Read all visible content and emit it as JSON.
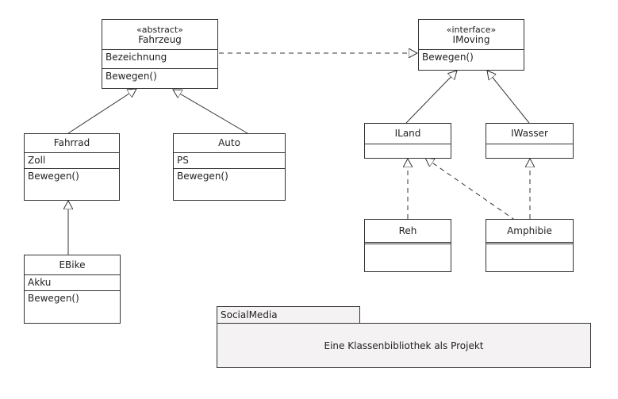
{
  "classes": {
    "fahrzeug": {
      "stereotype": "«abstract»",
      "name": "Fahrzeug",
      "attribute": "Bezeichnung",
      "operation": "Bewegen()"
    },
    "imoving": {
      "stereotype": "«interface»",
      "name": "IMoving",
      "operation": "Bewegen()"
    },
    "fahrrad": {
      "name": "Fahrrad",
      "attribute": "Zoll",
      "operation": "Bewegen()"
    },
    "auto": {
      "name": "Auto",
      "attribute": "PS",
      "operation": "Bewegen()"
    },
    "iland": {
      "name": "ILand"
    },
    "iwasser": {
      "name": "IWasser"
    },
    "ebike": {
      "name": "EBike",
      "attribute": "Akku",
      "operation": "Bewegen()"
    },
    "reh": {
      "name": "Reh"
    },
    "amphibie": {
      "name": "Amphibie"
    }
  },
  "package": {
    "name": "SocialMedia",
    "description": "Eine Klassenbibliothek als Projekt"
  }
}
